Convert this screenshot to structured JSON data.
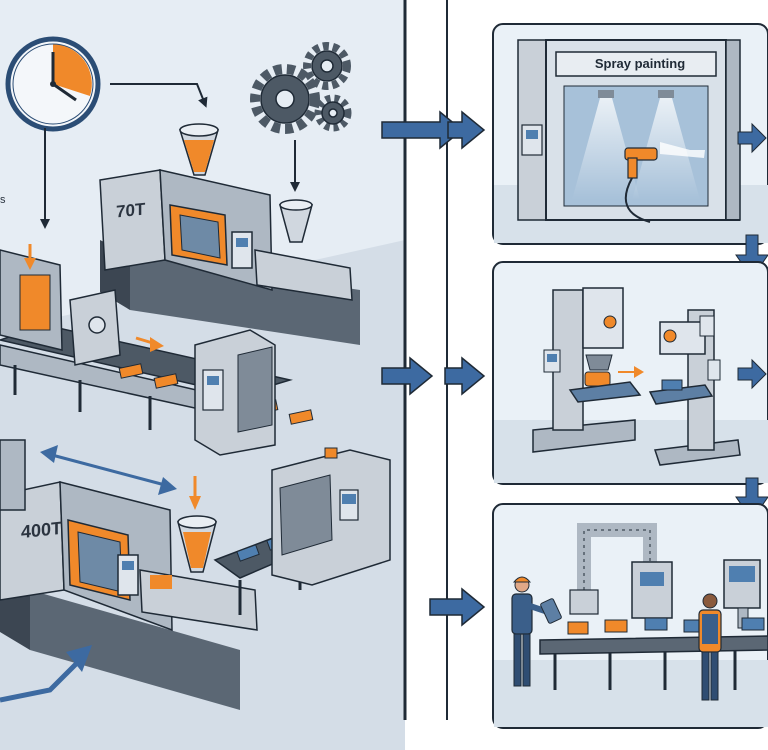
{
  "labels": {
    "machine_top": "70T",
    "machine_bottom": "400T",
    "spray_booth": "Spray painting",
    "clipped_text": "s"
  },
  "colors": {
    "background_left": "#e7eef5",
    "panel_border": "#1f2a36",
    "flow_arrow": "#3d6aa1",
    "accent_orange": "#f0892a",
    "machine_gray": "#c9d0d8",
    "machine_dark": "#5b6774"
  },
  "icons": [
    "clock-icon",
    "gears-icon",
    "spray-gun-icon",
    "worker-icon"
  ]
}
